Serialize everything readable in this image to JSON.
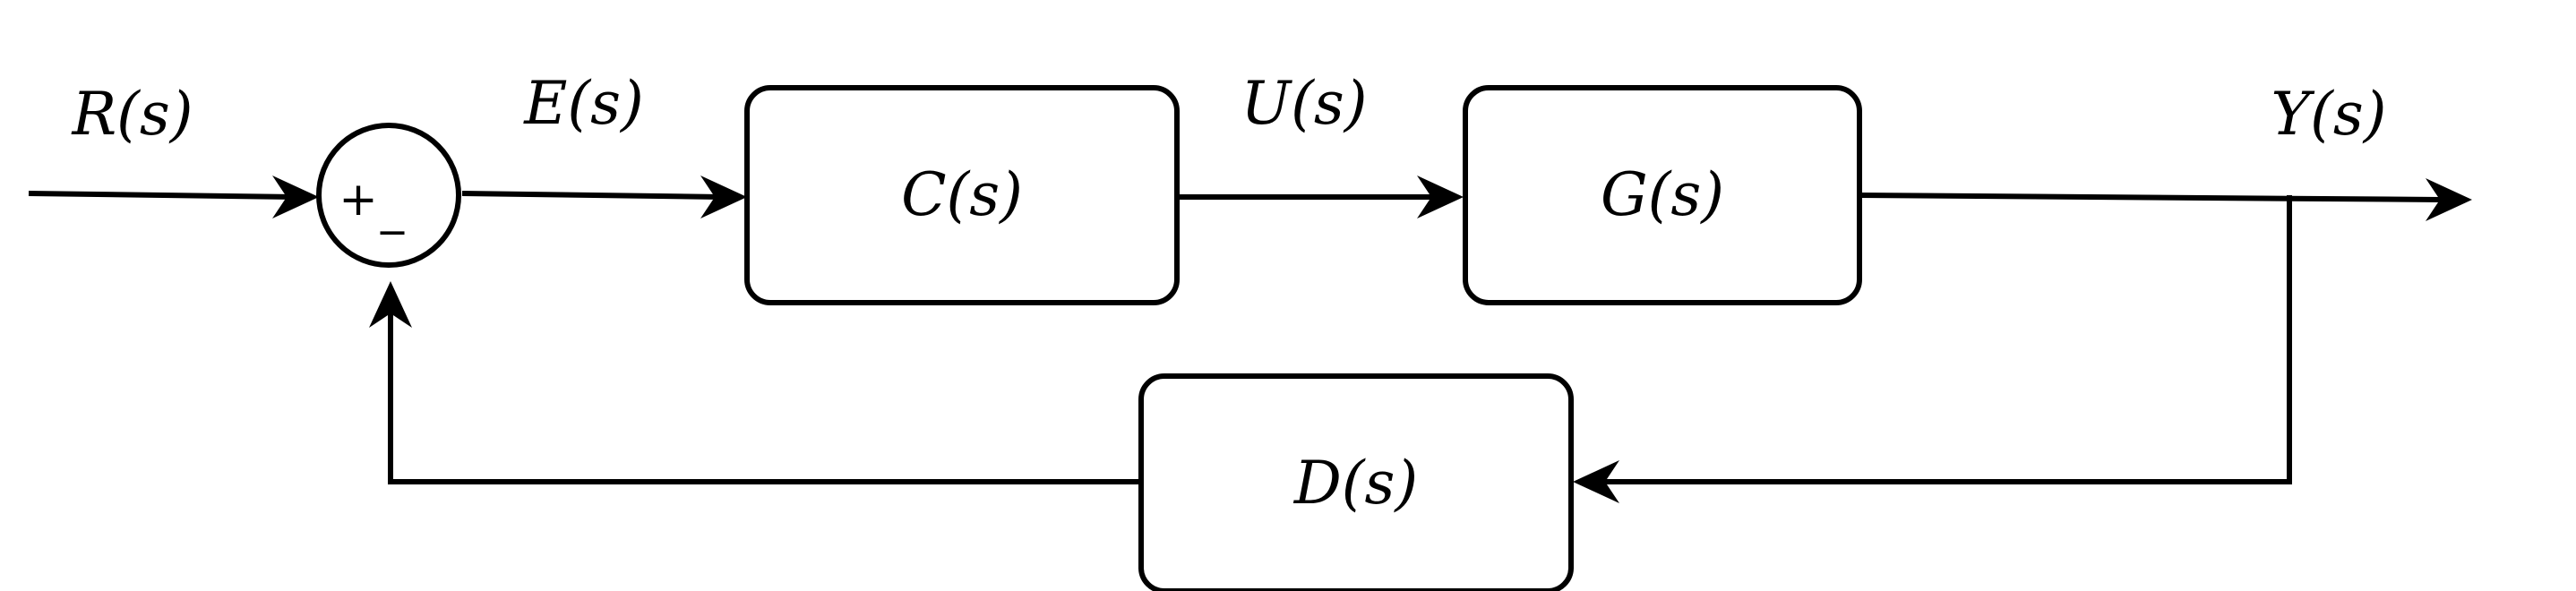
{
  "signals": {
    "reference": "R(s)",
    "error": "E(s)",
    "control": "U(s)",
    "output": "Y(s)"
  },
  "blocks": {
    "controller": "C(s)",
    "plant": "G(s)",
    "feedback": "D(s)"
  },
  "summing_junction": {
    "plus": "+",
    "minus": "_"
  }
}
